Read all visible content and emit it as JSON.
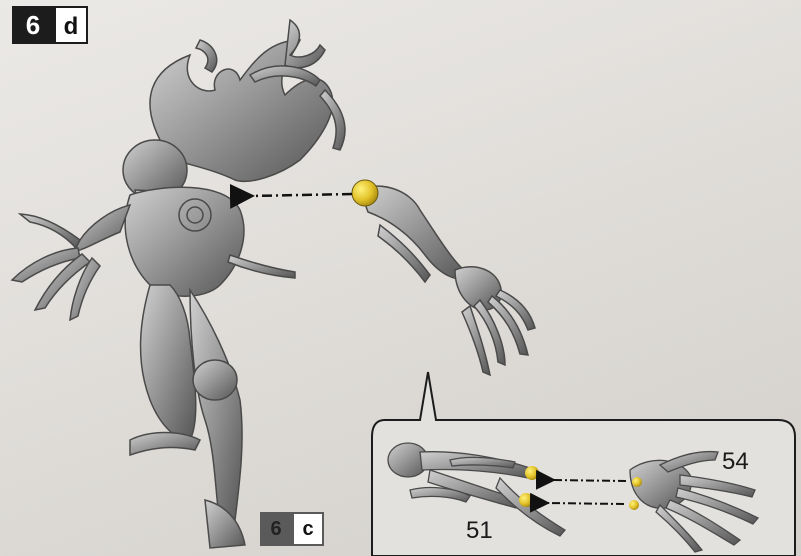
{
  "step": {
    "number": "6",
    "letter": "d"
  },
  "reference_step": {
    "number": "6",
    "letter": "c"
  },
  "detail_parts": {
    "part_a": "54",
    "part_b": "51"
  },
  "colors": {
    "badge": "#1c1c1c",
    "joint": "#e2c22a",
    "plastic": "#9a9a9a"
  }
}
